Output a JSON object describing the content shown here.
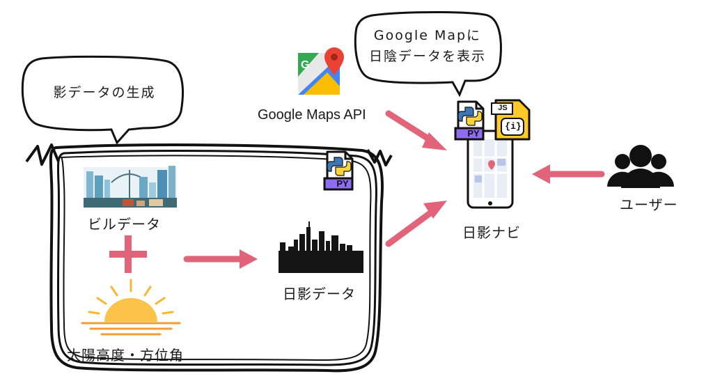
{
  "bubbles": {
    "shadow_gen": "影データの生成",
    "map_line1": "Google Mapに",
    "map_line2": "日陰データを表示"
  },
  "labels": {
    "building_data": "ビルデータ",
    "sun_data": "太陽高度・方位角",
    "shade_data": "日影データ",
    "maps_api": "Google Maps API",
    "navi": "日影ナビ",
    "user": "ユーザー"
  },
  "badges": {
    "py": "PY",
    "js": "JS",
    "info": "{i}"
  },
  "colors": {
    "arrow": "#e16479",
    "python_yellow": "#ffd43b",
    "python_blue": "#3b78b5",
    "py_band": "#8f6df0",
    "sun": "#f7b731",
    "js_yellow": "#ffc928"
  }
}
